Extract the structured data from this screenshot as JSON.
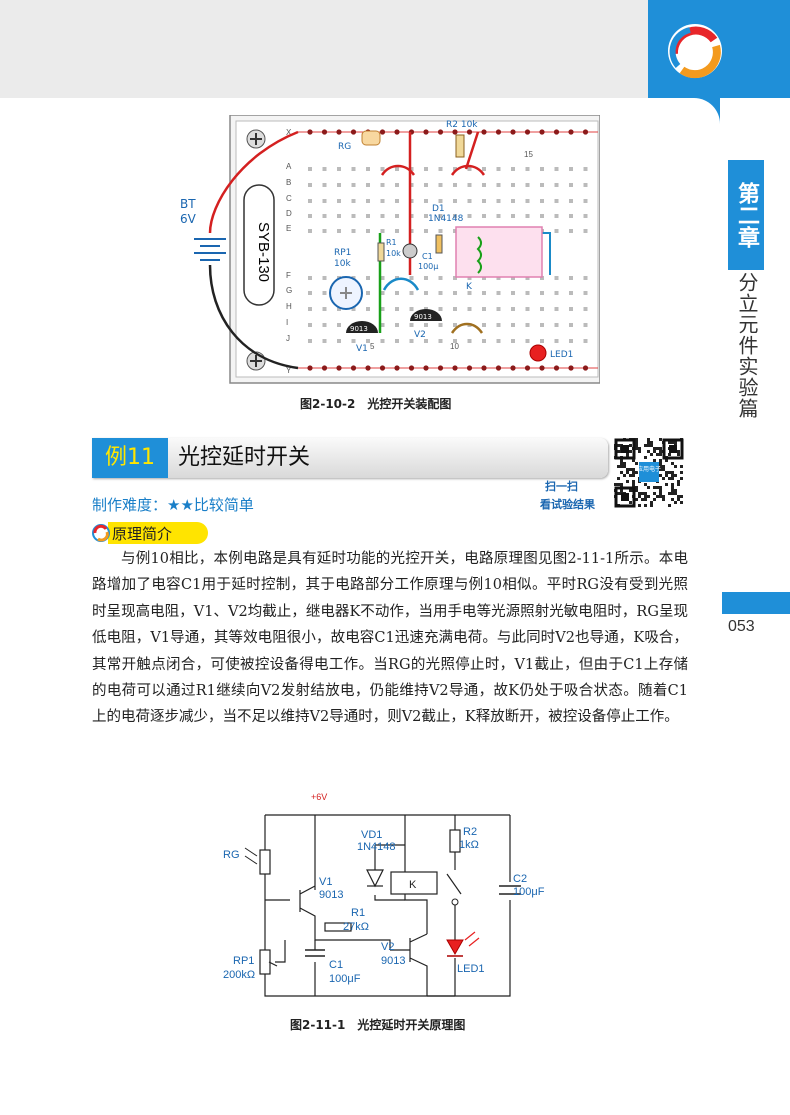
{
  "chapter": {
    "number_label": "第二章",
    "title": "分立元件实验篇",
    "page_number": "053"
  },
  "figure1": {
    "caption": "图2-10-2　光控开关装配图",
    "board_label": "SYB-130",
    "battery_label": "BT",
    "battery_voltage": "6V",
    "row_labels": [
      "X",
      "A",
      "B",
      "C",
      "D",
      "E",
      "F",
      "G",
      "H",
      "I",
      "J",
      "Y"
    ],
    "col_labels": [
      "5",
      "10",
      "15"
    ],
    "components": {
      "rg": "RG",
      "r2": "R2 10k",
      "d1": "D1",
      "d1_part": "1N4148",
      "rp1": "RP1",
      "rp1_value": "10k",
      "r1": "R1",
      "r1_value": "10k",
      "c1": "C1",
      "c1_value": "100μ",
      "k": "K",
      "v1": "V1",
      "v2": "V2",
      "led1": "LED1",
      "transistor_mark": "9013"
    }
  },
  "example": {
    "tag": "例11",
    "title": "光控延时开关"
  },
  "qr": {
    "line1": "扫一扫",
    "line2": "看试验结果",
    "badge": "应用电子"
  },
  "difficulty": "制作难度：★★比较简单",
  "principle_heading": "原理简介",
  "body": "与例10相比，本例电路是具有延时功能的光控开关，电路原理图见图2-11-1所示。本电路增加了电容C1用于延时控制，其于电路部分工作原理与例10相似。平时RG没有受到光照时呈现高电阻，V1、V2均截止，继电器K不动作，当用手电等光源照射光敏电阻时，RG呈现低电阻，V1导通，其等效电阻很小，故电容C1迅速充满电荷。与此同时V2也导通，K吸合，其常开触点闭合，可使被控设备得电工作。当RG的光照停止时，V1截止，但由于C1上存储的电荷可以通过R1继续向V2发射结放电，仍能维持V2导通，故K仍处于吸合状态。随着C1上的电荷逐步减少，当不足以维持V2导通时，则V2截止，K释放断开，被控设备停止工作。",
  "figure2": {
    "caption": "图2-11-1　光控延时开关原理图",
    "supply": "+6V",
    "rg": "RG",
    "v1": "V1",
    "v1_part": "9013",
    "vd1": "VD1",
    "vd1_part": "1N4148",
    "r2": "R2",
    "r2_value": "1kΩ",
    "k": "K",
    "c2": "C2",
    "c2_value": "100μF",
    "r1": "R1",
    "r1_value": "27kΩ",
    "rp1": "RP1",
    "rp1_value": "200kΩ",
    "c1": "C1",
    "c1_value": "100μF",
    "v2": "V2",
    "v2_part": "9013",
    "led1": "LED1"
  },
  "colors": {
    "accent_blue": "#1f8fd8",
    "highlight_yellow": "#ffe400",
    "wire_red": "#d42020"
  }
}
